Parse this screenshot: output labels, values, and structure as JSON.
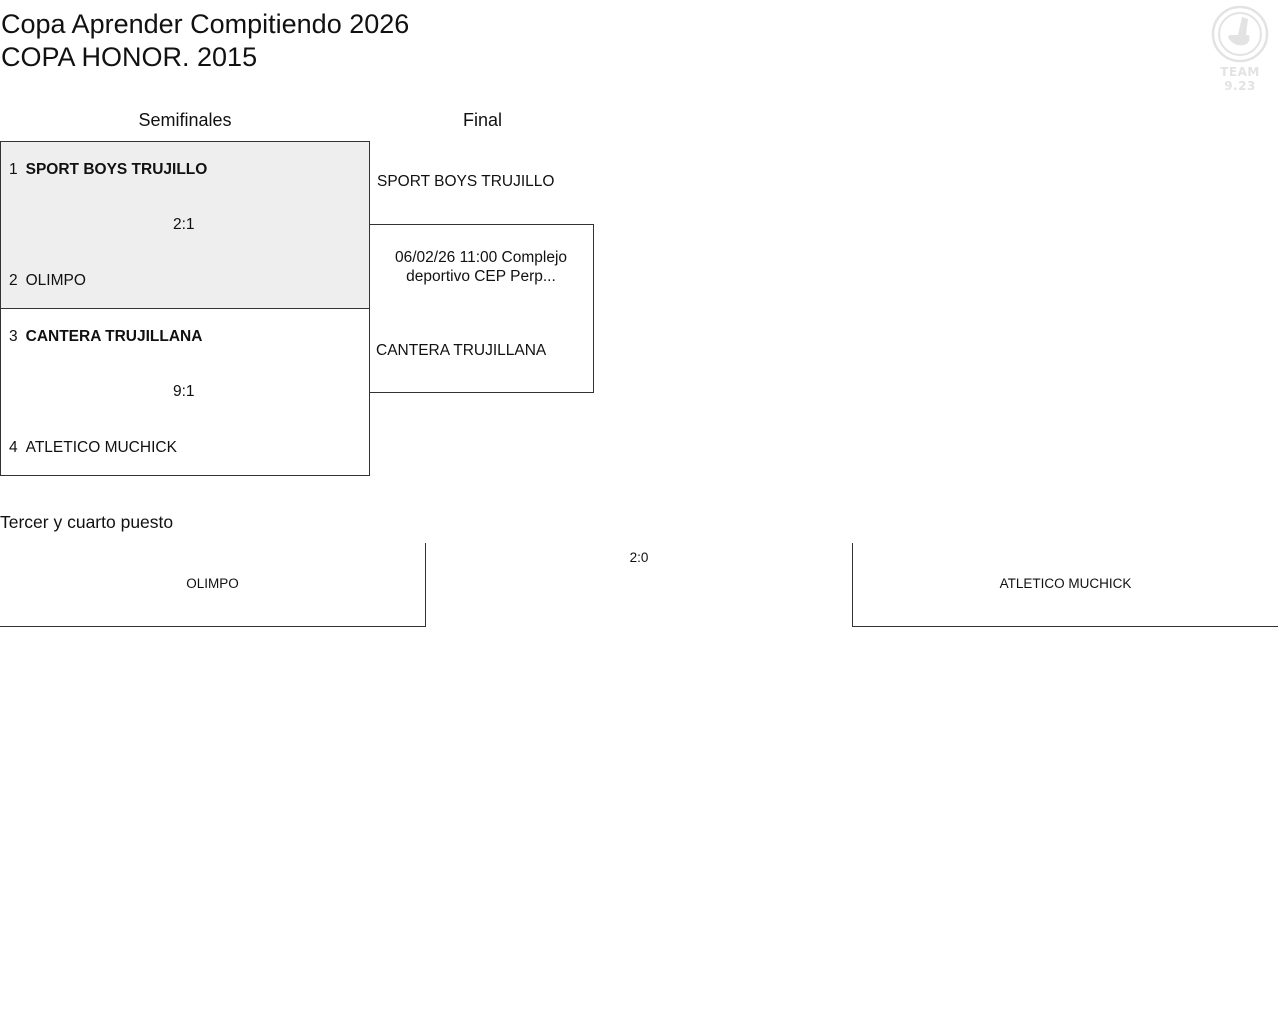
{
  "header": {
    "title": "Copa Aprender Compitiendo 2026",
    "subtitle": "COPA HONOR. 2015",
    "logo_text": "TEAM 9.23",
    "logo_icon": "team-emblem-icon"
  },
  "rounds": {
    "semifinals_label": "Semifinales",
    "final_label": "Final"
  },
  "semifinals": [
    {
      "top": {
        "seed": "1",
        "name": "SPORT BOYS TRUJILLO",
        "winner": true
      },
      "score": "2:1",
      "bottom": {
        "seed": "2",
        "name": "OLIMPO",
        "winner": false
      },
      "highlighted": true
    },
    {
      "top": {
        "seed": "3",
        "name": "CANTERA TRUJILLANA",
        "winner": true
      },
      "score": "9:1",
      "bottom": {
        "seed": "4",
        "name": "ATLETICO MUCHICK",
        "winner": false
      },
      "highlighted": false
    }
  ],
  "final": {
    "top_team": "SPORT BOYS TRUJILLO",
    "info": "06/02/26 11:00 Complejo deportivo CEP Perp...",
    "bottom_team": "CANTERA TRUJILLANA"
  },
  "third_place": {
    "label": "Tercer y cuarto puesto",
    "left_team": "OLIMPO",
    "score": "2:0",
    "right_team": "ATLETICO MUCHICK"
  },
  "colors": {
    "highlight_bg": "#eeeeee",
    "border": "#333333",
    "logo": "#e3e3e3"
  }
}
